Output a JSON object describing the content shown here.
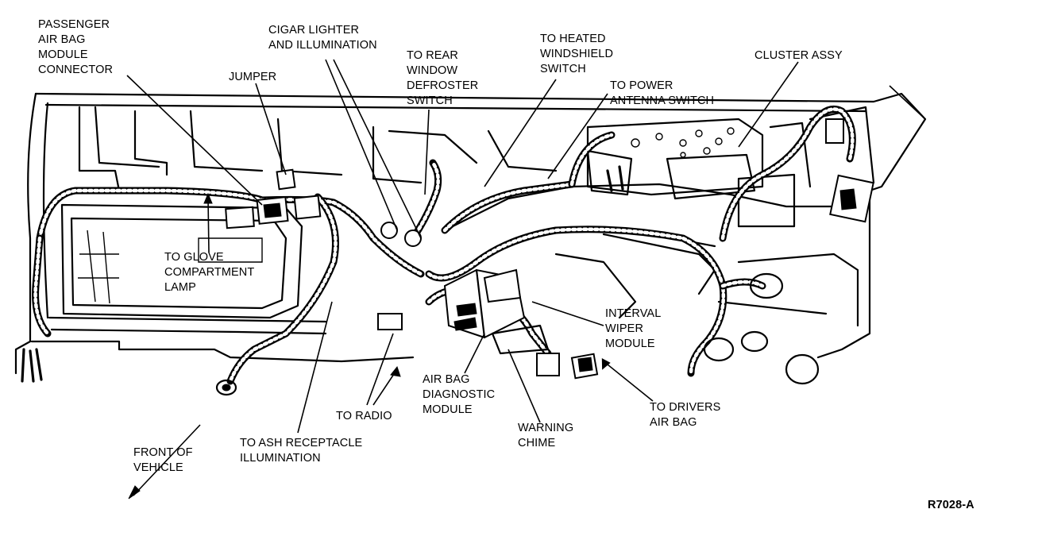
{
  "diagram": {
    "labels": {
      "passenger_air_bag": [
        "PASSENGER",
        "AIR BAG",
        "MODULE",
        "CONNECTOR"
      ],
      "jumper": [
        "JUMPER"
      ],
      "cigar_lighter": [
        "CIGAR LIGHTER",
        "AND ILLUMINATION"
      ],
      "rear_window_defroster": [
        "TO REAR",
        "WINDOW",
        "DEFROSTER",
        "SWITCH"
      ],
      "heated_windshield": [
        "TO HEATED",
        "WINDSHIELD",
        "SWITCH"
      ],
      "power_antenna": [
        "TO POWER",
        "ANTENNA SWITCH"
      ],
      "cluster_assy": [
        "CLUSTER ASSY"
      ],
      "glove_compartment": [
        "TO GLOVE",
        "COMPARTMENT",
        "LAMP"
      ],
      "interval_wiper": [
        "INTERVAL",
        "WIPER",
        "MODULE"
      ],
      "drivers_air_bag": [
        "TO DRIVERS",
        "AIR BAG"
      ],
      "air_bag_diagnostic": [
        "AIR BAG",
        "DIAGNOSTIC",
        "MODULE"
      ],
      "warning_chime": [
        "WARNING",
        "CHIME"
      ],
      "radio": [
        "TO RADIO"
      ],
      "ash_receptacle": [
        "TO ASH RECEPTACLE",
        "ILLUMINATION"
      ],
      "front_of_vehicle": [
        "FRONT OF",
        "VEHICLE"
      ]
    },
    "figure_code": "R7028-A"
  }
}
